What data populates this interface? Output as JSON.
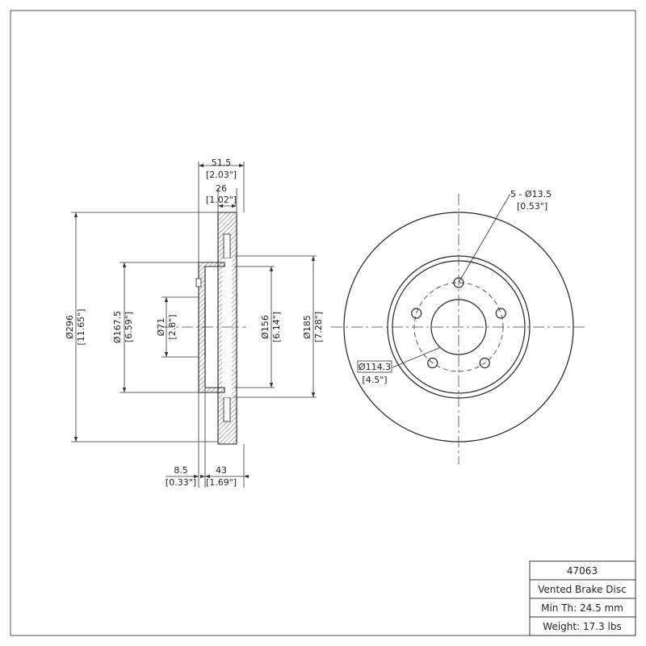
{
  "title_block": {
    "part_number": "47063",
    "description": "Vented Brake Disc",
    "min_thickness": "Min Th: 24.5 mm",
    "weight": "Weight: 17.3 lbs"
  },
  "dimensions": {
    "overall_width": {
      "mm": "51.5",
      "in": "[2.03\"]"
    },
    "rotor_width": {
      "mm": "26",
      "in": "[1.02\"]"
    },
    "outer_diameter": {
      "mm": "Ø296",
      "in": "[11.65\"]"
    },
    "hat_diameter": {
      "mm": "Ø167.5",
      "in": "[6.59\"]"
    },
    "center_bore": {
      "mm": "Ø71",
      "in": "[2.8\"]"
    },
    "inner_diameter": {
      "mm": "Ø156",
      "in": "[6.14\"]"
    },
    "hat_outer_diameter": {
      "mm": "Ø185",
      "in": "[7.28\"]"
    },
    "hat_thickness": {
      "mm": "8.5",
      "in": "[0.33\"]"
    },
    "hat_depth": {
      "mm": "43",
      "in": "[1.69\"]"
    },
    "bolt_holes": {
      "mm": "5 - Ø13.5",
      "in": "[0.53\"]"
    },
    "bolt_circle": {
      "mm": "Ø114.3",
      "in": "[4.5\"]"
    }
  }
}
